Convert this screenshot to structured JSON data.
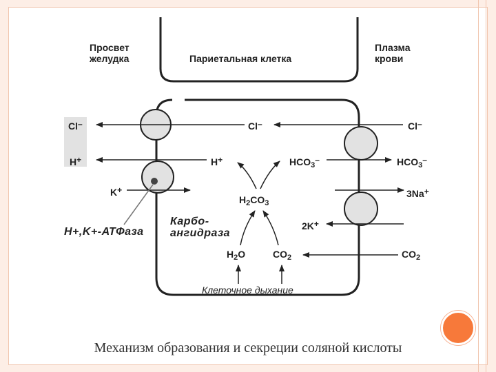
{
  "labels": {
    "lumen": "Просвет\nжелудка",
    "lumen_line1": "Просвет",
    "lumen_line2": "желудка",
    "cell": "Париетальная клетка",
    "plasma_line1": "Плазма",
    "plasma_line2": "крови",
    "atpase": "H+,K+-АТФаза",
    "enzyme_line1": "Карбо-",
    "enzyme_line2": "ангидраза",
    "respiration": "Клеточное дыхание",
    "caption": "Механизм образования и секреции соляной кислоты"
  },
  "ions": {
    "cl_left": "Cl",
    "cl_left_sup": "–",
    "cl_mid": "Cl",
    "cl_mid_sup": "–",
    "cl_right": "Cl",
    "cl_right_sup": "–",
    "h_left": "H",
    "h_left_sup": "+",
    "h_mid": "H",
    "h_mid_sup": "+",
    "hco3_mid": "HCO",
    "hco3_mid_sub": "3",
    "hco3_mid_sup": "–",
    "hco3_right": "HCO",
    "hco3_right_sub": "3",
    "hco3_right_sup": "–",
    "k": "K",
    "k_sup": "+",
    "na": "3Na",
    "na_sup": "+",
    "k2": "2K",
    "k2_sup": "+",
    "h2co3_a": "H",
    "h2co3_sub1": "2",
    "h2co3_b": "CO",
    "h2co3_sub2": "3",
    "h2o_a": "H",
    "h2o_sub": "2",
    "h2o_b": "O",
    "co2_mid": "CO",
    "co2_mid_sub": "2",
    "co2_right": "CO",
    "co2_right_sub": "2"
  },
  "colors": {
    "accent": "#f7793a",
    "frame": "#fdeee6",
    "channel_fill": "#e2e2e2"
  }
}
